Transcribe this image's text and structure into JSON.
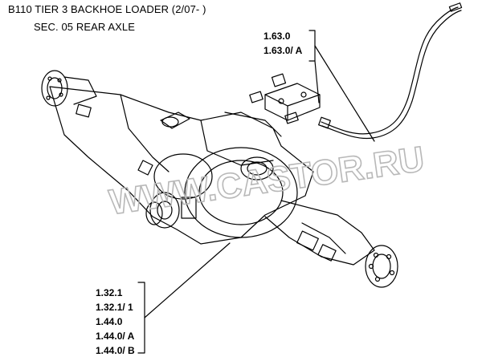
{
  "header": {
    "title": "B110 TIER 3 BACKHOE LOADER (2/07- )",
    "section": "SEC. 05 REAR AXLE"
  },
  "callouts": {
    "top": [
      "1.63.0",
      "1.63.0/ A"
    ],
    "bottom": [
      "1.32.1",
      "1.32.1/ 1",
      "1.44.0",
      "1.44.0/  A",
      "1.44.0/  B"
    ]
  },
  "watermark": "WWW.CASTOR.RU",
  "colors": {
    "line": "#000000",
    "watermark": "#b8b8b8"
  }
}
